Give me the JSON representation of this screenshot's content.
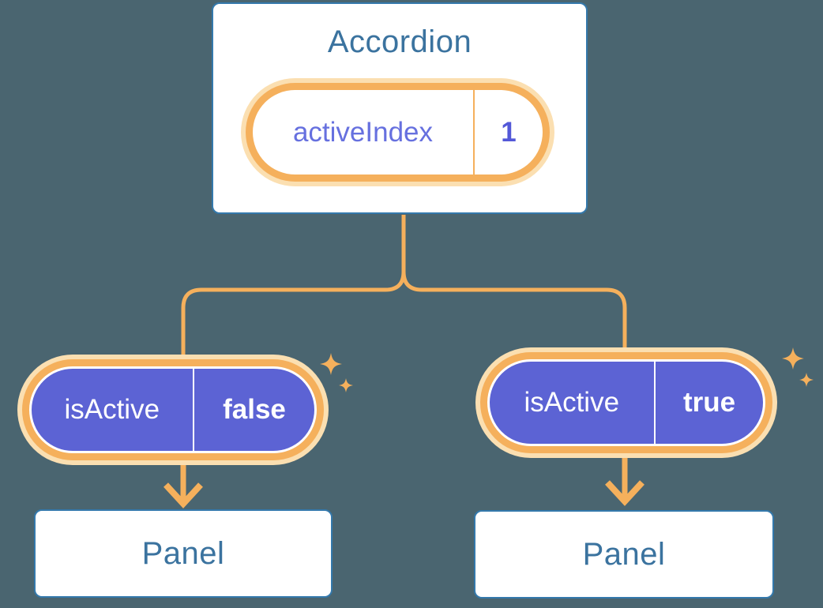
{
  "colors": {
    "bg": "#4A6570",
    "card-bg": "#FFFFFF",
    "card-border": "#3479AC",
    "heading": "#3B739F",
    "orange": "#F5B05C",
    "orange-glow": "#FBDFB1",
    "purple": "#5C63D4",
    "purple-text": "#6670DF",
    "purple-value": "#5358D8"
  },
  "diagram": {
    "root": {
      "title": "Accordion",
      "state_pill": {
        "label": "activeIndex",
        "value": "1"
      }
    },
    "branches": [
      {
        "side": "left",
        "prop_pill": {
          "label": "isActive",
          "value": "false"
        },
        "node": {
          "title": "Panel"
        }
      },
      {
        "side": "right",
        "prop_pill": {
          "label": "isActive",
          "value": "true"
        },
        "node": {
          "title": "Panel"
        }
      }
    ],
    "icons": {
      "sparkle": "sparkle-icon"
    }
  }
}
